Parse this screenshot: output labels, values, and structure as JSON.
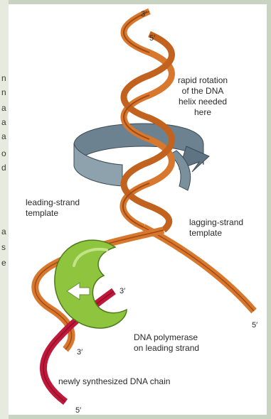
{
  "side_letters": [
    "n",
    "n",
    "a",
    "a",
    "a",
    "o",
    "d",
    "a",
    "s",
    "e"
  ],
  "labels": {
    "rotation": [
      "rapid rotation",
      "of the DNA",
      "helix needed",
      "here"
    ],
    "leading_template": [
      "leading-strand",
      "template"
    ],
    "lagging_template": [
      "lagging-strand",
      "template"
    ],
    "polymerase": [
      "DNA polymerase",
      "on leading strand"
    ],
    "new_chain": "newly synthesized DNA chain"
  },
  "ends": {
    "top_3": "3′",
    "top_5": "5′",
    "lagging_5": "5′",
    "new_3": "3′",
    "leading_3": "3′",
    "bottom_5": "5′"
  },
  "colors": {
    "template_strand": "#d8772e",
    "template_dark": "#a24a14",
    "new_strand": "#c0183a",
    "polymerase": "#8fc43f",
    "arrow": "#5f7482"
  }
}
